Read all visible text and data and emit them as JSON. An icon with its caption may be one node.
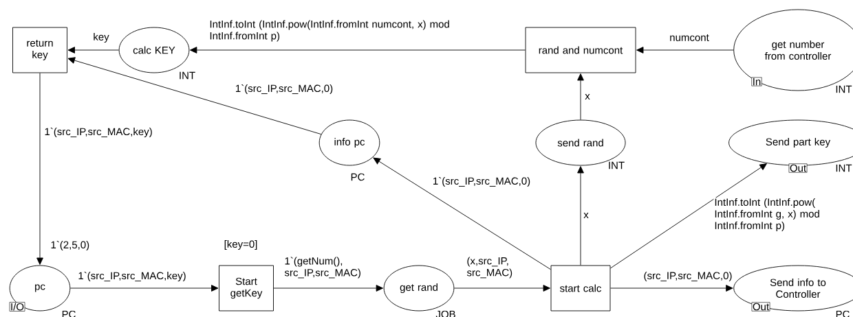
{
  "diagram": {
    "nodes": [
      {
        "text": [
          "return key"
        ]
      },
      {
        "text": [
          "calc KEY"
        ],
        "beside": [
          "INT"
        ]
      },
      {
        "text": [
          "rand and numcont"
        ]
      },
      {
        "text": [
          "get number from controller"
        ],
        "beside": [
          "In",
          "INT"
        ]
      },
      {
        "text": [
          "info pc"
        ],
        "beside": [
          "PC"
        ]
      },
      {
        "text": [
          "send rand"
        ],
        "beside": [
          "INT"
        ]
      },
      {
        "text": [
          "Send part key"
        ],
        "beside": [
          "Out",
          "INT"
        ]
      },
      {
        "text": [
          "pc"
        ],
        "beside": [
          "1`(2,5,0)",
          "I/O",
          "PC"
        ]
      },
      {
        "text": [
          "Start getKey"
        ],
        "beside": [
          "[key=0]"
        ]
      },
      {
        "text": [
          "get rand"
        ],
        "beside": [
          "JOB"
        ]
      },
      {
        "text": [
          "start calc"
        ]
      },
      {
        "text": [
          "Send info to Controller"
        ],
        "beside": [
          "Out",
          "PC"
        ]
      }
    ],
    "edges": [
      {
        "from": 1,
        "to": 0,
        "arrow": "to",
        "label": "key"
      },
      {
        "from": 2,
        "to": 1,
        "arrow": "to",
        "label": "IntInf.toInt (IntInf.pow(IntInf.fromInt numcont, x) mod IntInf.fromInt p)"
      },
      {
        "from": 3,
        "to": 2,
        "arrow": "to",
        "label": "numcont"
      },
      {
        "from": 4,
        "to": 0,
        "arrow": "to",
        "label": "1`(src_IP,src_MAC,0)"
      },
      {
        "from": 0,
        "to": 7,
        "arrow": "to",
        "label": "1`(src_IP,src_MAC,key)"
      },
      {
        "from": 5,
        "to": 2,
        "arrow": "to",
        "label": "x"
      },
      {
        "from": 10,
        "to": 4,
        "arrow": "to",
        "label": "1`(src_IP,src_MAC,0)"
      },
      {
        "from": 10,
        "to": 5,
        "arrow": "to",
        "label": "x"
      },
      {
        "from": 10,
        "to": 6,
        "arrow": "to",
        "label": "IntInf.toInt (IntInf.pow( IntInf.fromInt g, x) mod IntInf.fromInt p)"
      },
      {
        "from": 7,
        "to": 8,
        "arrow": "to",
        "label": "1`(src_IP,src_MAC,key)"
      },
      {
        "from": 8,
        "to": 9,
        "arrow": "to",
        "label": "1`(getNum(), src_IP,src_MAC)"
      },
      {
        "from": 9,
        "to": 10,
        "arrow": "to",
        "label": "(x,src_IP, src_MAC)"
      },
      {
        "from": 10,
        "to": 11,
        "arrow": "to",
        "label": "(src_IP,src_MAC,0)"
      }
    ]
  }
}
